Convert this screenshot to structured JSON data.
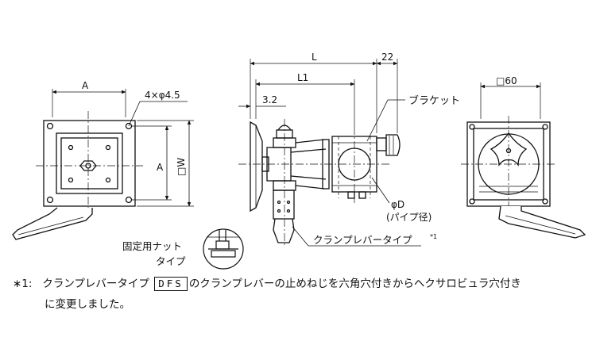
{
  "drawing": {
    "front_view": {
      "dim_a_top": "A",
      "dim_hole_spec": "4×φ4.5",
      "dim_a_side": "A",
      "dim_w": "□W"
    },
    "side_view": {
      "dim_l": "L",
      "dim_l1": "L1",
      "dim_22": "22",
      "dim_32": "3.2",
      "label_bracket": "ブラケット",
      "label_pipe_d": "φD",
      "label_pipe_dia": "(パイプ径)",
      "label_clamp_lever": "クランプレバータイプ",
      "label_clamp_note_mark": "*1",
      "label_nut_line1": "固定用ナット",
      "label_nut_line2": "タイプ"
    },
    "rear_view": {
      "dim_60": "□60"
    }
  },
  "footnote": {
    "mark": "∗1:",
    "text_before": "クランプレバータイプ",
    "code": "DFS",
    "text_after": "のクランプレバーの止めねじを六角穴付きからヘクサロビュラ穴付き",
    "text_line2": "に変更しました。"
  }
}
